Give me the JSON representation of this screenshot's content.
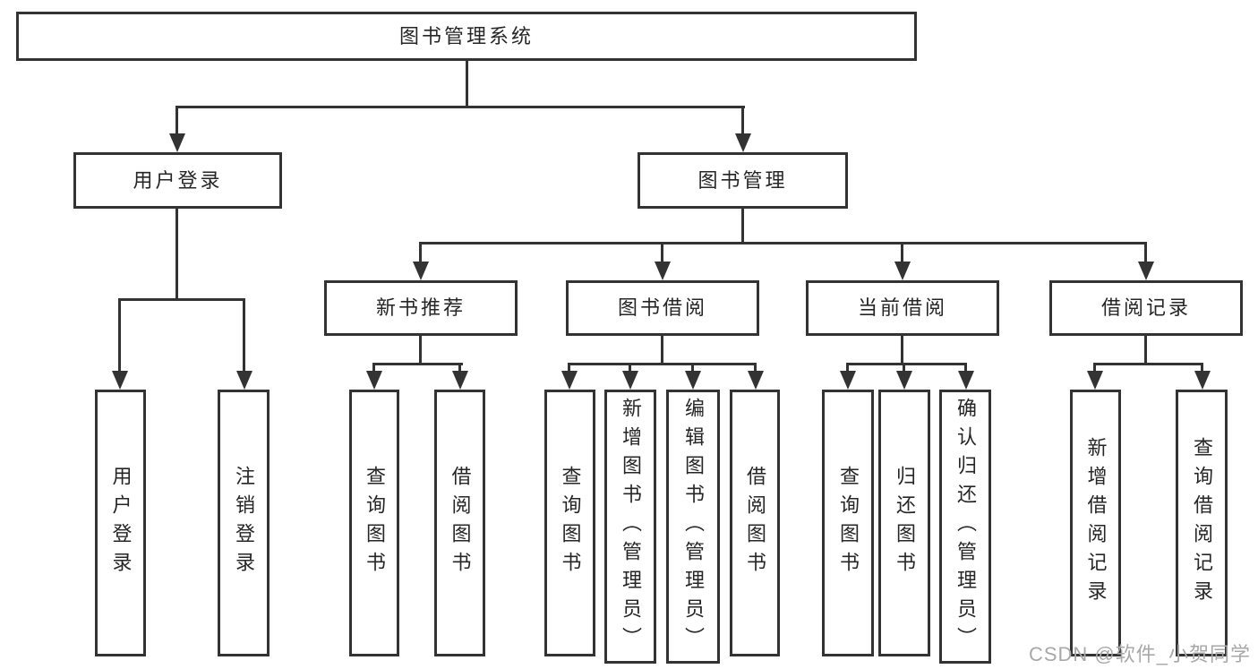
{
  "colors": {
    "line": "#333333",
    "text": "#262626",
    "background": "#ffffff",
    "watermark": "#a8a8a8"
  },
  "watermark": "CSDN @软件_小贺同学",
  "nodes": [
    {
      "id": "root",
      "label": "图书管理系统",
      "level": 1,
      "parent": null
    },
    {
      "id": "user-login",
      "label": "用户登录",
      "level": 2,
      "parent": "root"
    },
    {
      "id": "book-mgmt",
      "label": "图书管理",
      "level": 2,
      "parent": "root"
    },
    {
      "id": "new-book-rec",
      "label": "新书推荐",
      "level": 3,
      "parent": "book-mgmt"
    },
    {
      "id": "book-borrow",
      "label": "图书借阅",
      "level": 3,
      "parent": "book-mgmt"
    },
    {
      "id": "current-borrow",
      "label": "当前借阅",
      "level": 3,
      "parent": "book-mgmt"
    },
    {
      "id": "borrow-records",
      "label": "借阅记录",
      "level": 3,
      "parent": "book-mgmt"
    },
    {
      "id": "leaf-user-login",
      "label": "用户登录",
      "level": 4,
      "parent": "user-login"
    },
    {
      "id": "leaf-logout",
      "label": "注销登录",
      "level": 4,
      "parent": "user-login"
    },
    {
      "id": "leaf-query-book-1",
      "label": "查询图书",
      "level": 4,
      "parent": "new-book-rec"
    },
    {
      "id": "leaf-borrow-book-1",
      "label": "借阅图书",
      "level": 4,
      "parent": "new-book-rec"
    },
    {
      "id": "leaf-query-book-2",
      "label": "查询图书",
      "level": 4,
      "parent": "book-borrow"
    },
    {
      "id": "leaf-add-book",
      "label": "新增图书（管理员）",
      "level": 4,
      "parent": "book-borrow"
    },
    {
      "id": "leaf-edit-book",
      "label": "编辑图书（管理员）",
      "level": 4,
      "parent": "book-borrow"
    },
    {
      "id": "leaf-borrow-book-2",
      "label": "借阅图书",
      "level": 4,
      "parent": "book-borrow"
    },
    {
      "id": "leaf-query-book-3",
      "label": "查询图书",
      "level": 4,
      "parent": "current-borrow"
    },
    {
      "id": "leaf-return-book",
      "label": "归还图书",
      "level": 4,
      "parent": "current-borrow"
    },
    {
      "id": "leaf-confirm-return",
      "label": "确认归还（管理员）",
      "level": 4,
      "parent": "current-borrow"
    },
    {
      "id": "leaf-add-record",
      "label": "新增借阅记录",
      "level": 4,
      "parent": "borrow-records"
    },
    {
      "id": "leaf-query-record",
      "label": "查询借阅记录",
      "level": 4,
      "parent": "borrow-records"
    }
  ]
}
